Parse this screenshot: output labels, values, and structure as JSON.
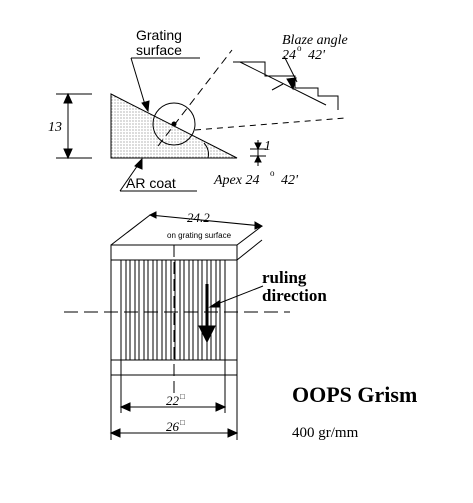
{
  "top_view": {
    "grating_surface_label_1": "Grating",
    "grating_surface_label_2": "surface",
    "blaze_angle_label": "Blaze angle",
    "blaze_angle_value": "24",
    "blaze_angle_minutes": "42'",
    "height_dim": "13",
    "step_dim": "1",
    "ar_coat_label": "AR coat",
    "apex_label": "Apex 24",
    "apex_minutes": "42'",
    "degree_mark": "o"
  },
  "front_view": {
    "width_top_dim": "24.2",
    "on_surface_note": "on grating surface",
    "ruling_label_1": "ruling",
    "ruling_label_2": "direction",
    "inner_width_dim": "22",
    "outer_width_dim": "26",
    "square_mark": "□"
  },
  "caption": {
    "title": "OOPS Grism",
    "density": "400 gr/mm"
  },
  "colors": {
    "ink": "#000000",
    "paper": "#ffffff",
    "stipple": "#555555"
  }
}
